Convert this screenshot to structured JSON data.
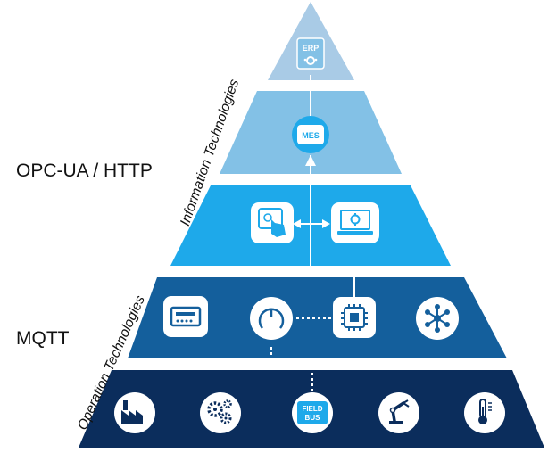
{
  "labels": {
    "opc_ua_http": "OPC-UA / HTTP",
    "mqtt": "MQTT",
    "information_technologies": "Information Technologies",
    "operation_technologies": "Operation Technologies"
  },
  "icon_text": {
    "erp": "ERP",
    "mes": "MES",
    "field": "FIELD",
    "bus": "BUS"
  },
  "colors": {
    "tier_erp": "#a9cbe6",
    "tier_mes": "#83c1e6",
    "tier_scada": "#1ea9ea",
    "tier_control": "#145f9c",
    "tier_field": "#0b2d5c",
    "icon_light": "#ffffff"
  },
  "pyramid": {
    "tiers": [
      "erp-tier",
      "mes-tier",
      "scada-tier",
      "control-tier",
      "field-tier"
    ]
  }
}
